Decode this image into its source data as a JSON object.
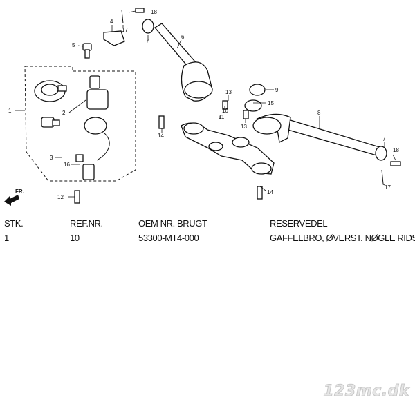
{
  "diagram": {
    "callouts": {
      "c1": "1",
      "c2": "2",
      "c3": "3",
      "c4": "4",
      "c5": "5",
      "c6": "6",
      "c7a": "7",
      "c7b": "7",
      "c8": "8",
      "c9": "9",
      "c10": "10",
      "c11": "11",
      "c12": "12",
      "c13a": "13",
      "c13b": "13",
      "c14a": "14",
      "c14b": "14",
      "c15": "15",
      "c16": "16",
      "c17a": "17",
      "c17b": "17",
      "c18a": "18",
      "c18b": "18"
    },
    "direction_label": "FR."
  },
  "table": {
    "headers": {
      "qty": "STK.",
      "ref": "REF.NR.",
      "oem": "OEM NR. BRUGT",
      "desc": "RESERVEDEL"
    },
    "rows": [
      {
        "qty": "1",
        "ref": "10",
        "oem": "53300-MT4-000",
        "desc": "GAFFELBRO, ØVERST. NØGLE RIDSER"
      }
    ]
  },
  "watermark": "123mc.dk"
}
